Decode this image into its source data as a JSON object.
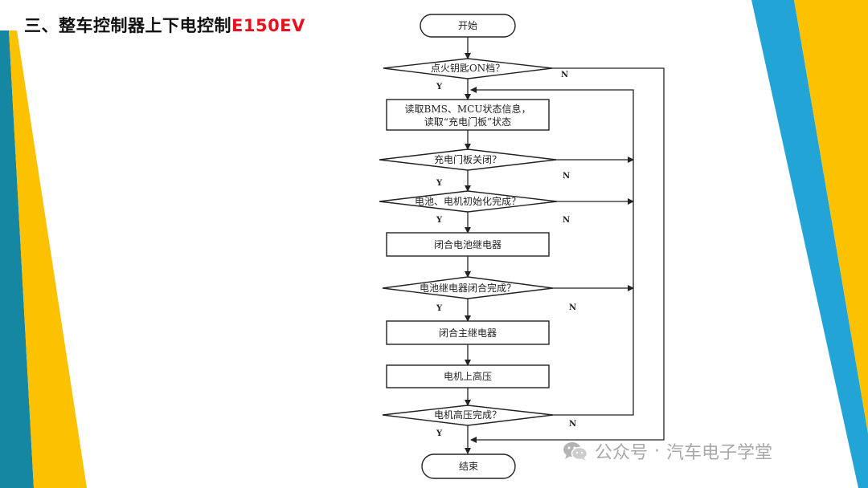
{
  "title": {
    "prefix": "三、整车控制器上下电控制",
    "highlight": "E150EV"
  },
  "colors": {
    "teal": "#1587a3",
    "yellow": "#fcc100",
    "blue": "#22a5d6",
    "highlight": "#e8121e"
  },
  "flowchart": {
    "start": "开始",
    "ignition_check": "点火钥匙ON档？",
    "read_status_line1": "读取BMS、MCU状态信息，",
    "read_status_line2": "读取“充电门板”状态",
    "charge_door_check": "充电门板关闭？",
    "init_check": "电池、电机初始化完成？",
    "close_battery_relay": "闭合电池继电器",
    "battery_relay_check": "电池继电器闭合完成？",
    "close_main_relay": "闭合主继电器",
    "motor_hv_on": "电机上高压",
    "motor_hv_check": "电机高压完成？",
    "end": "结束",
    "yes": "Y",
    "no": "N"
  },
  "watermark": {
    "source": "公众号",
    "separator": "·",
    "name": "汽车电子学堂",
    "icon": "wechat-icon"
  }
}
